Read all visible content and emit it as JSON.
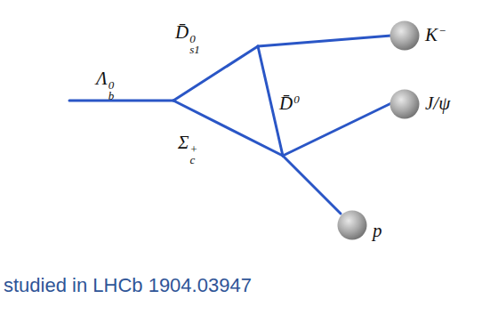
{
  "diagram": {
    "caption": "studied in LHCb 1904.03947",
    "nodes": [
      {
        "text": [
          "K−"
        ]
      },
      {
        "text": [
          "J/ψ"
        ]
      },
      {
        "text": [
          "p"
        ]
      }
    ],
    "labels": [
      "Λb0",
      "D̄s10",
      "Σc+",
      "D̄0"
    ]
  }
}
